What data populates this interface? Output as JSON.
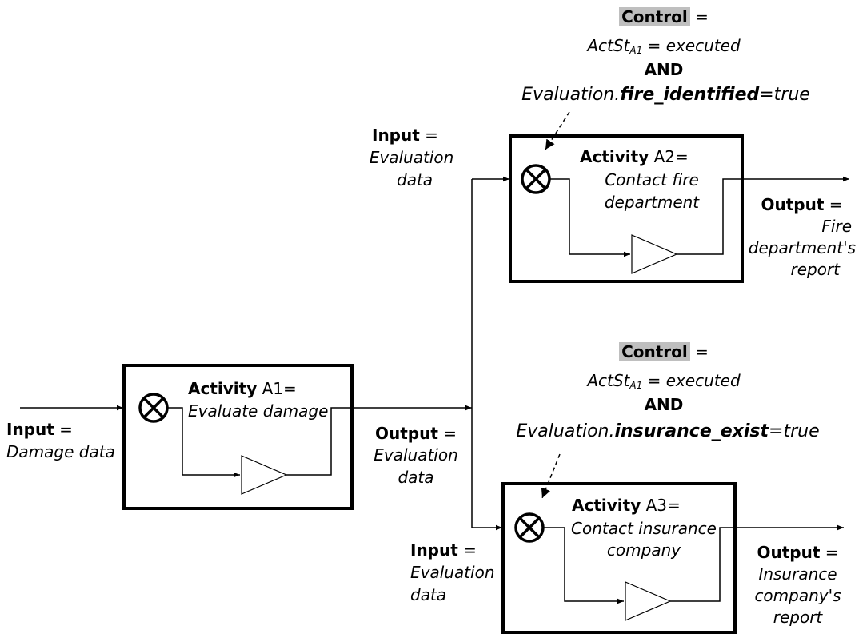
{
  "activities": [
    {
      "id": "A1",
      "keyword": "Activity",
      "label_suffix": "A1=",
      "name": "Evaluate damage",
      "input": {
        "keyword": "Input",
        "eq": "=",
        "value": "Damage data"
      },
      "output": {
        "keyword": "Output",
        "eq": "=",
        "value_line1": "Evaluation",
        "value_line2": "data"
      }
    },
    {
      "id": "A2",
      "keyword": "Activity",
      "label_suffix": "A2=",
      "name_line1": "Contact fire",
      "name_line2": "department",
      "input": {
        "keyword": "Input",
        "eq": "=",
        "value_line1": "Evaluation",
        "value_line2": "data"
      },
      "output": {
        "keyword": "Output",
        "eq": "=",
        "value_line1": "Fire",
        "value_line2": "department's",
        "value_line3": "report"
      },
      "control": {
        "keyword": "Control",
        "eq": "=",
        "state_var": "ActSt",
        "state_sub": "A1",
        "state_rest": "= executed",
        "operator": "AND",
        "cond_prefix": "Evaluation.",
        "cond_field": "fire_identified",
        "cond_suffix": "=true"
      }
    },
    {
      "id": "A3",
      "keyword": "Activity",
      "label_suffix": "A3=",
      "name_line1": "Contact insurance",
      "name_line2": "company",
      "input": {
        "keyword": "Input",
        "eq": "=",
        "value_line1": "Evaluation",
        "value_line2": "data"
      },
      "output": {
        "keyword": "Output",
        "eq": "=",
        "value_line1": "Insurance",
        "value_line2": "company's",
        "value_line3": "report"
      },
      "control": {
        "keyword": "Control",
        "eq": "=",
        "state_var": "ActSt",
        "state_sub": "A1",
        "state_rest": "= executed",
        "operator": "AND",
        "cond_prefix": "Evaluation.",
        "cond_field": "insurance_exist",
        "cond_suffix": "=true"
      }
    }
  ]
}
